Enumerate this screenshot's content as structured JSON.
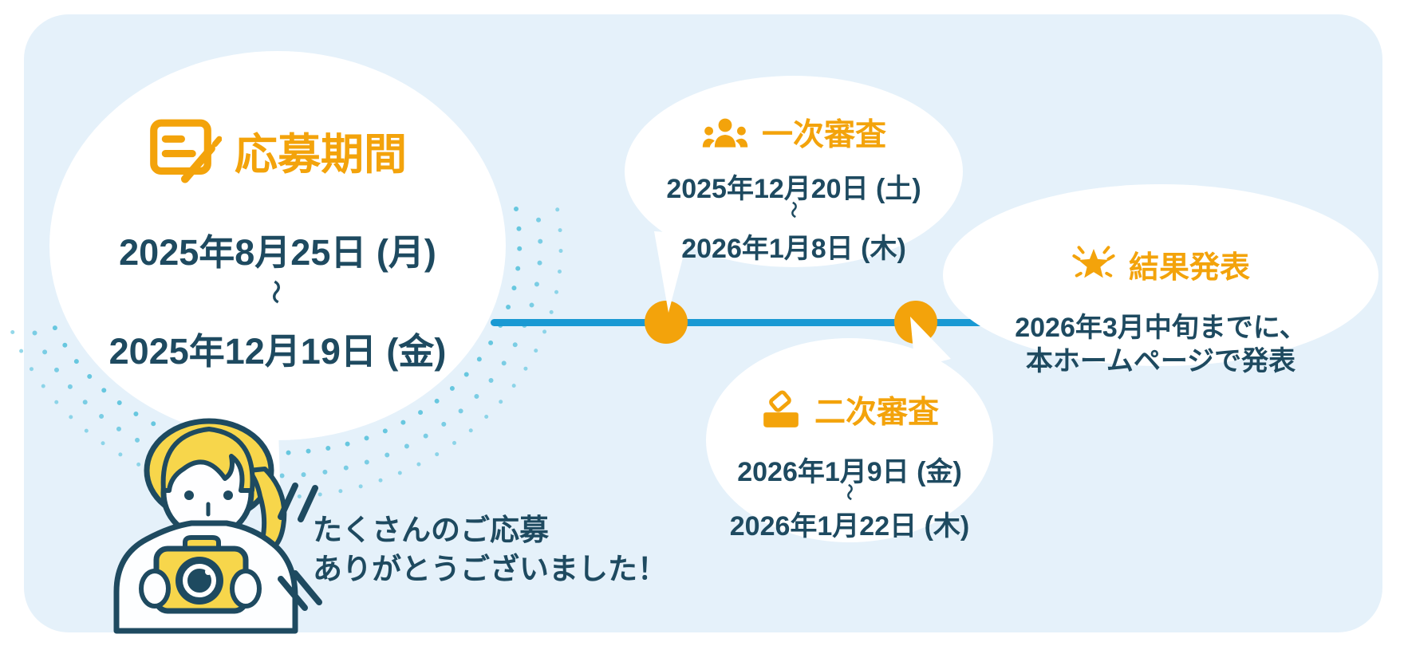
{
  "application_period": {
    "title": "応募期間",
    "start": "2025年8月25日 (月)",
    "separator": "〜",
    "end": "2025年12月19日 (金)",
    "icon": "application-form-icon"
  },
  "first_screening": {
    "title": "一次審査",
    "start": "2025年12月20日 (土)",
    "separator": "〜",
    "end": "2026年1月8日 (木)",
    "icon": "judges-people-icon"
  },
  "second_screening": {
    "title": "二次審査",
    "start": "2026年1月9日 (金)",
    "separator": "〜",
    "end": "2026年1月22日 (木)",
    "icon": "ballot-box-icon"
  },
  "results": {
    "title": "結果発表",
    "line1": "2026年3月中旬までに、",
    "line2": "本ホームページで発表",
    "icon": "star-sparkle-icon"
  },
  "thanks": {
    "line1": "たくさんのご応募",
    "line2": "ありがとうございました！"
  },
  "colors": {
    "accent_orange": "#F3A30B",
    "text_navy": "#1E4A60",
    "timeline_blue": "#1999D3",
    "panel_background": "#E5F1FA",
    "dots_blue": "#67C7DF",
    "hair_yellow": "#F7D64B",
    "bubble_white": "#FFFFFF"
  }
}
